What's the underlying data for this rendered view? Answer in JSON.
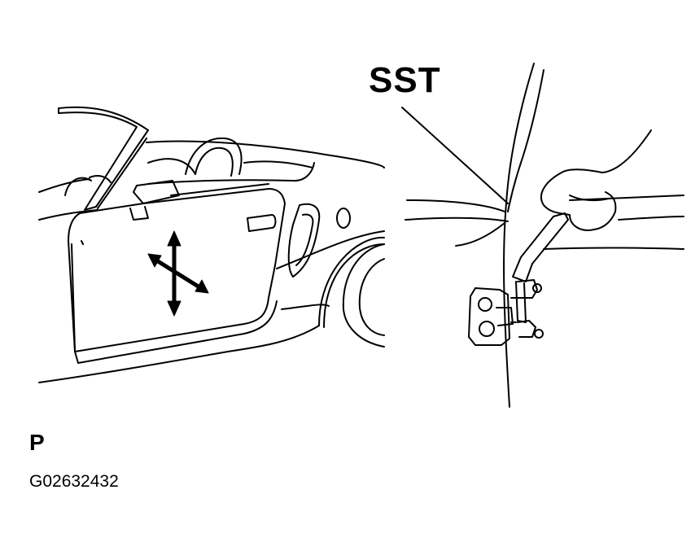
{
  "callout": {
    "text": "SST"
  },
  "view_code": "P",
  "figure_id": "G02632432"
}
